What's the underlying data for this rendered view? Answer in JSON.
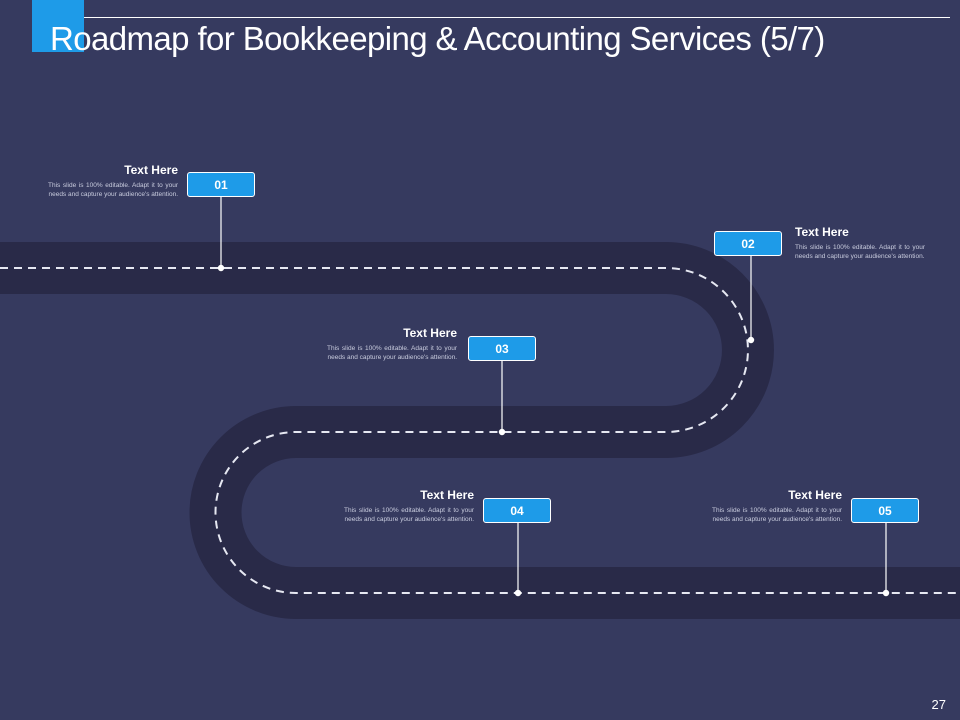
{
  "slide": {
    "title": "Roadmap for Bookkeeping & Accounting Services (5/7)",
    "page_number": "27"
  },
  "milestones": [
    {
      "number": "01",
      "heading": "Text Here",
      "description": "This slide is 100% editable. Adapt it to your needs and capture your audience's attention."
    },
    {
      "number": "02",
      "heading": "Text Here",
      "description": "This slide is 100% editable. Adapt it to your needs and capture your audience's attention."
    },
    {
      "number": "03",
      "heading": "Text Here",
      "description": "This slide is 100% editable. Adapt it to your needs and capture your audience's attention."
    },
    {
      "number": "04",
      "heading": "Text Here",
      "description": "This slide is 100% editable. Adapt it to your needs and capture your audience's attention."
    },
    {
      "number": "05",
      "heading": "Text Here",
      "description": "This slide is 100% editable. Adapt it to your needs and capture your audience's attention."
    }
  ],
  "colors": {
    "background": "#363a5f",
    "road": "#292a48",
    "accent": "#1e9be8",
    "text": "#ffffff"
  }
}
